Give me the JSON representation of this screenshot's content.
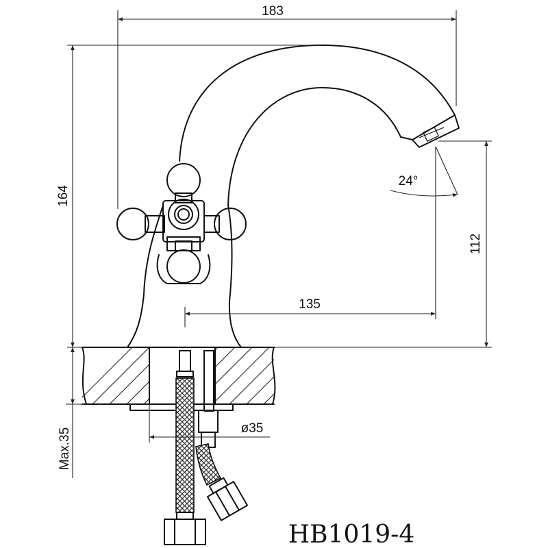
{
  "drawing": {
    "model_code": "HB1019-4",
    "dimensions": {
      "overall_width": "183",
      "overall_height": "164",
      "spout_height": "112",
      "spout_reach": "135",
      "spout_angle": "24°",
      "max_thickness": "Max.35",
      "hole_diameter": "ø35"
    }
  }
}
